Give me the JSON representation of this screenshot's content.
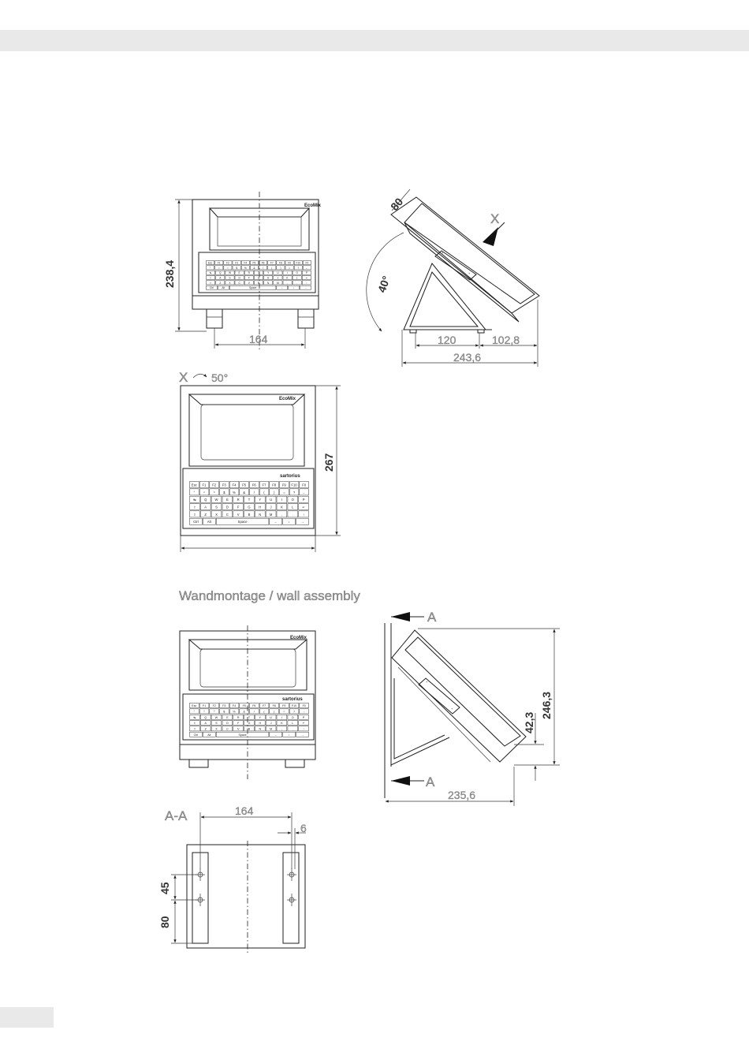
{
  "labels": {
    "front_height": "238,4",
    "front_width": "164",
    "side_depth": "80",
    "side_angle": "40°",
    "view_x": "X",
    "side_base_a": "120",
    "side_base_b": "102,8",
    "side_total": "243,6",
    "rotated_view": "X",
    "rotated_angle": "50°",
    "rotated_height": "267",
    "section_title": "Wandmontage / wall assembly",
    "wall_section_top": "A",
    "wall_section_bottom": "A",
    "wall_offset": "42,3",
    "wall_height": "246,3",
    "wall_depth": "235,6",
    "aa_title": "A-A",
    "aa_width": "164",
    "aa_hole": "6",
    "aa_pitch": "45",
    "aa_bottom": "80"
  },
  "device": {
    "brand": "EcoMix",
    "sub": "sartorius"
  },
  "keyboard": {
    "row1": [
      "Esc",
      "F1",
      "F2",
      "F3",
      "F4",
      "F5",
      "F6",
      "F7",
      "F8",
      "F9",
      "F10",
      "F0"
    ],
    "row2": [
      "°",
      "²",
      "³",
      "$",
      "%",
      "&",
      "/",
      "(",
      ")",
      "=",
      "?",
      "←"
    ],
    "row3": [
      "↹",
      "Q",
      "W",
      "E",
      "R",
      "T",
      "Y",
      "U",
      "I",
      "O",
      "P"
    ],
    "row4": [
      "⇪",
      "A",
      "S",
      "D",
      "F",
      "G",
      "H",
      "J",
      "K",
      "L",
      "↵"
    ],
    "row5": [
      "⇧",
      "Z",
      "X",
      "C",
      "V",
      "B",
      "N",
      "M",
      ",",
      ".",
      "↑"
    ],
    "row6": [
      "Ctrl",
      "Alt",
      "Space",
      "←",
      "↓",
      "→"
    ]
  }
}
